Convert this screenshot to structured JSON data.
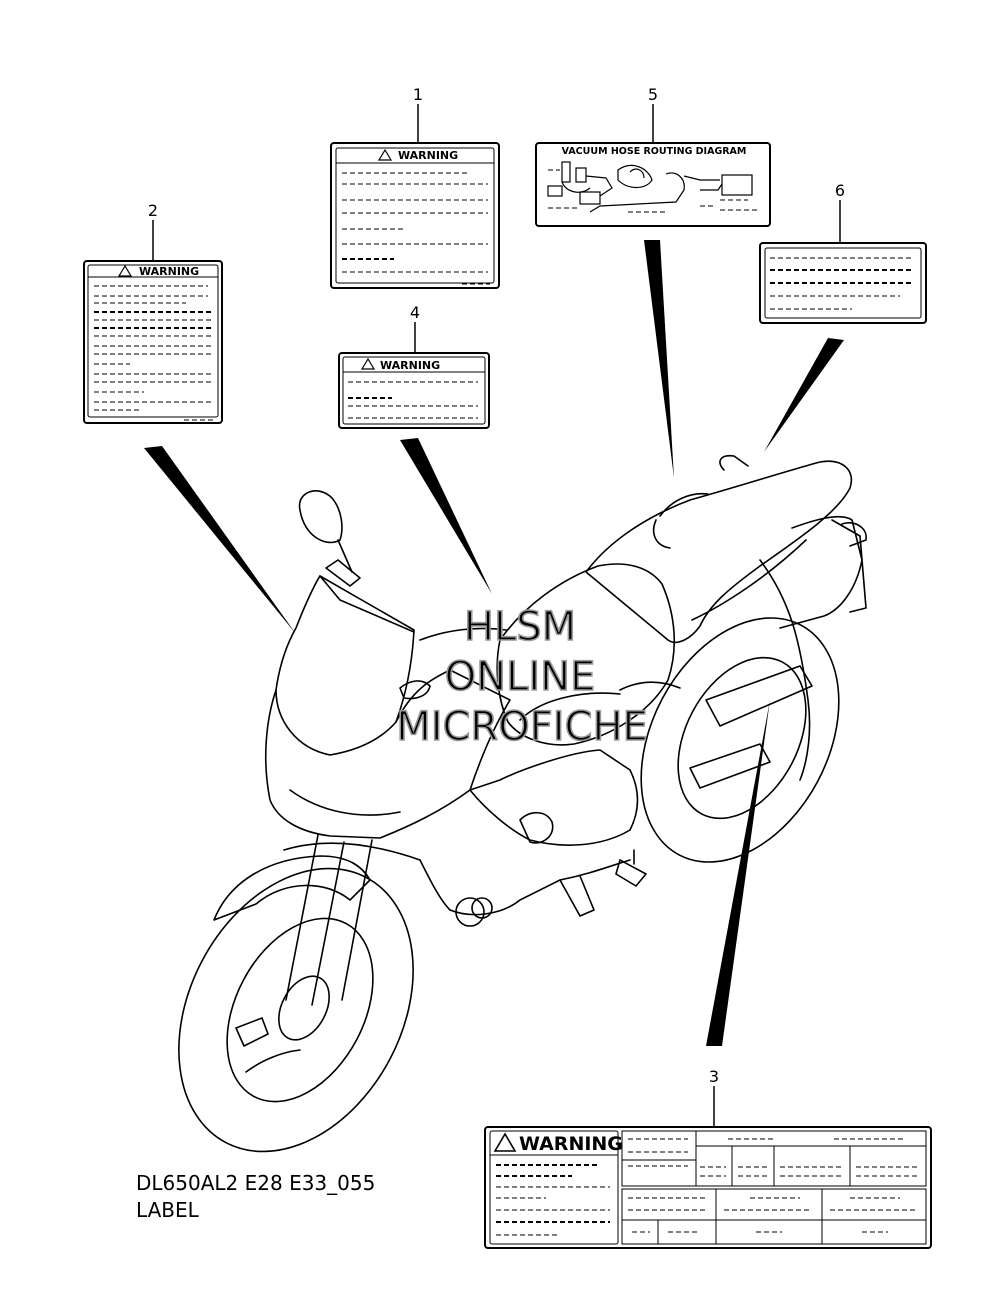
{
  "callouts": [
    "1",
    "2",
    "3",
    "4",
    "5",
    "6"
  ],
  "labels": {
    "warning_word": "WARNING",
    "vacuum_title": "VACUUM HOSE ROUTING DIAGRAM"
  },
  "watermark": [
    "HLSM",
    "ONLINE",
    "MICROFICHE"
  ],
  "caption": {
    "code": "DL650AL2 E28 E33_055",
    "title": "LABEL"
  }
}
